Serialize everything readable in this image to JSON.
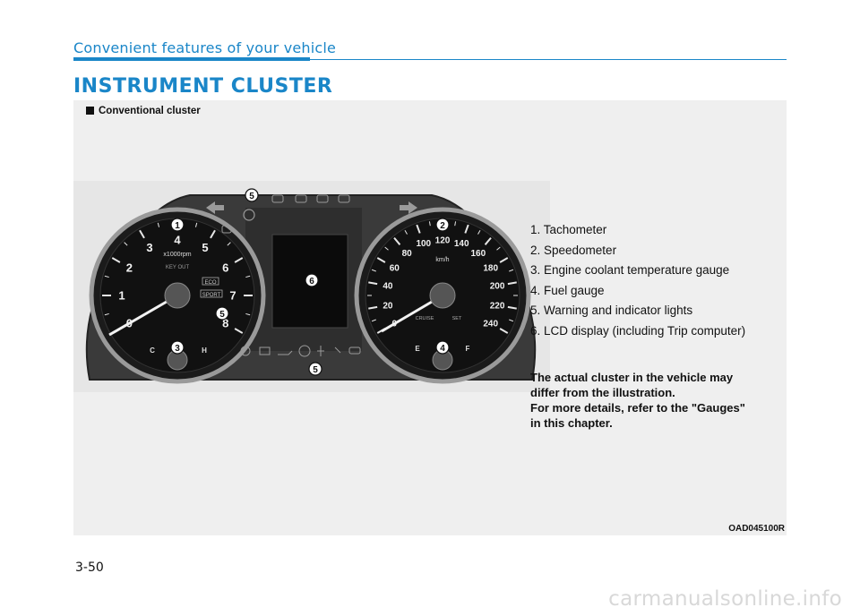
{
  "header": {
    "section_title": "Convenient features of your vehicle",
    "page_heading": "INSTRUMENT CLUSTER"
  },
  "figure": {
    "caption": "Conventional cluster",
    "image_code": "OAD045100R",
    "cluster": {
      "tachometer_numbers": [
        "0",
        "1",
        "2",
        "3",
        "4",
        "5",
        "6",
        "7",
        "8"
      ],
      "tachometer_unit": "x1000rpm",
      "key_out_label": "KEY OUT",
      "eco_label": "ECO",
      "sport_label": "SPORT",
      "temp_labels": [
        "C",
        "H"
      ],
      "speed_numbers": [
        "0",
        "20",
        "40",
        "60",
        "80",
        "100",
        "120",
        "140",
        "160",
        "180",
        "200",
        "220",
        "240"
      ],
      "speed_unit": "km/h",
      "cruise_label": "CRUISE",
      "set_label": "SET",
      "fuel_labels": [
        "E",
        "F"
      ],
      "markers": [
        "1",
        "2",
        "3",
        "4",
        "5",
        "5",
        "5",
        "6"
      ]
    }
  },
  "legend": {
    "items": [
      "1. Tachometer",
      "2. Speedometer",
      "3. Engine coolant temperature gauge",
      "4. Fuel gauge",
      "5. Warning and indicator lights",
      "6. LCD display (including Trip computer)"
    ]
  },
  "note": {
    "lines": [
      "The actual cluster in the vehicle may",
      "differ from the illustration.",
      "For more details, refer to the \"Gauges\"",
      "in this chapter."
    ]
  },
  "footer": {
    "page_number": "3-50",
    "watermark": "carmanualsonline.info"
  }
}
